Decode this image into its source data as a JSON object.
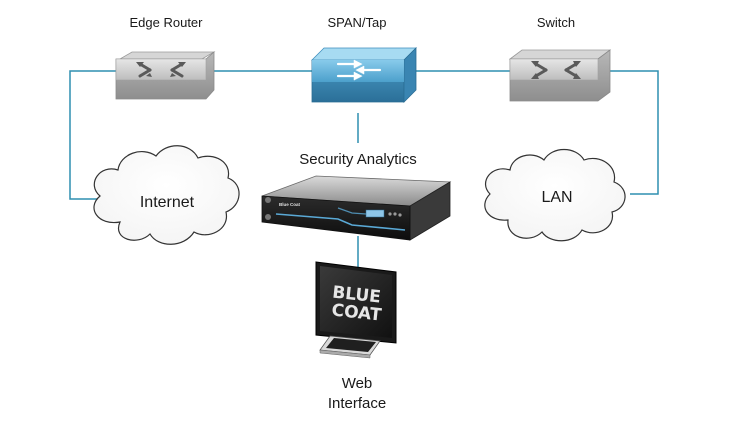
{
  "labels": {
    "edge_router": "Edge Router",
    "span_tap": "SPAN/Tap",
    "switch": "Switch",
    "security_analytics": "Security Analytics",
    "internet": "Internet",
    "lan": "LAN",
    "web_interface_line1": "Web",
    "web_interface_line2": "Interface"
  },
  "monitor_logo": {
    "line1": "BLUE",
    "line2": "COAT"
  },
  "appliance_badge": "Blue Coat",
  "colors": {
    "connector": "#2f8fb0",
    "router_gray": "#c9c9c9",
    "tap_blue": "#6fb7dc",
    "appliance_dark": "#1b1b1b"
  },
  "icons": {
    "edge_router": "router-icon",
    "span_tap": "switch-icon",
    "switch": "switch-icon",
    "security_analytics": "server-appliance-icon",
    "web_interface": "monitor-icon",
    "internet": "cloud-icon",
    "lan": "cloud-icon"
  }
}
